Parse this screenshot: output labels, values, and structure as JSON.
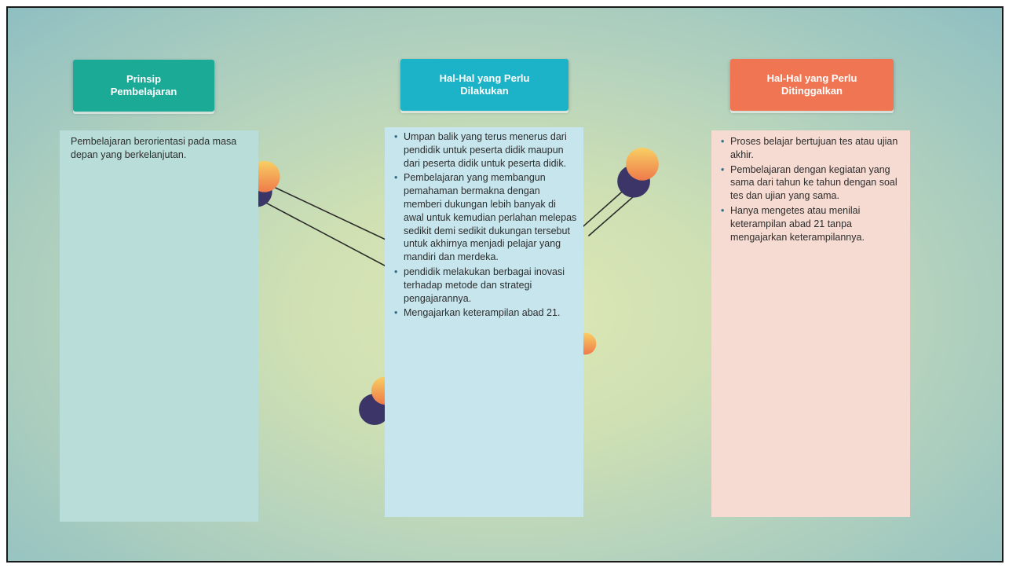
{
  "columns": [
    {
      "header": "Prinsip\nPembelajaran",
      "color": "#1aaa96",
      "body_text": "Pembelajaran berorientasi pada masa depan yang berkelanjutan."
    },
    {
      "header": "Hal-Hal yang Perlu\nDilakukan",
      "color": "#1cb3c8",
      "items": [
        "Umpan balik yang terus menerus dari pendidik untuk peserta didik maupun dari peserta didik untuk peserta didik.",
        "Pembelajaran yang membangun pemahaman bermakna dengan memberi dukungan lebih banyak di awal untuk kemudian perlahan melepas sedikit demi sedikit dukungan tersebut untuk akhirnya menjadi pelajar yang mandiri dan merdeka.",
        "pendidik melakukan berbagai inovasi terhadap metode dan strategi pengajarannya.",
        "Mengajarkan keterampilan abad 21."
      ]
    },
    {
      "header": "Hal-Hal yang Perlu\nDitinggalkan",
      "color": "#ef7553",
      "items": [
        "Proses belajar bertujuan tes atau ujian akhir.",
        "Pembelajaran dengan kegiatan yang sama dari tahun ke tahun dengan soal tes dan ujian yang sama.",
        "Hanya mengetes atau menilai keterampilan abad 21 tanpa mengajarkan keterampilannya."
      ]
    }
  ],
  "decor": {
    "ball_gradient": [
      "#f7c85e",
      "#f0794a"
    ],
    "ball_shadow": "#3b3568",
    "line_color": "#2b2b2b"
  }
}
